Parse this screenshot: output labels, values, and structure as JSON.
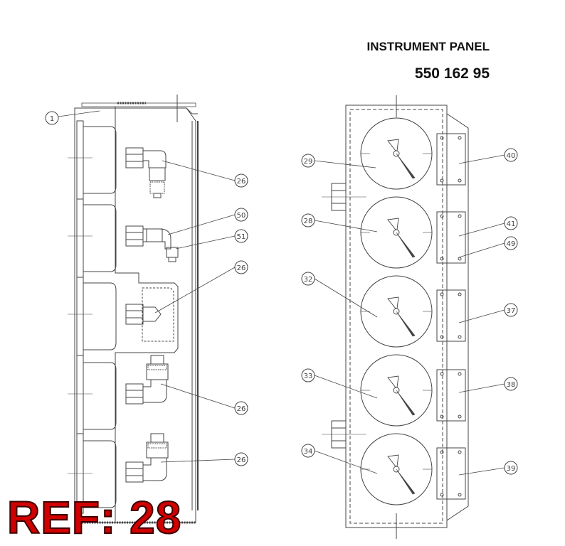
{
  "header": {
    "title": "INSTRUMENT PANEL",
    "part_number": "550 162 95"
  },
  "ref_label": "REF: 28",
  "left_view": {
    "callouts": [
      "1",
      "26",
      "50",
      "51",
      "26",
      "26",
      "26"
    ]
  },
  "right_view": {
    "gauge_callouts": [
      "29",
      "28",
      "32",
      "33",
      "34"
    ],
    "bracket_callouts": [
      "40",
      "41",
      "49",
      "37",
      "38",
      "39"
    ]
  },
  "colors": {
    "line": "#444444",
    "ref_text": "#d10000"
  }
}
